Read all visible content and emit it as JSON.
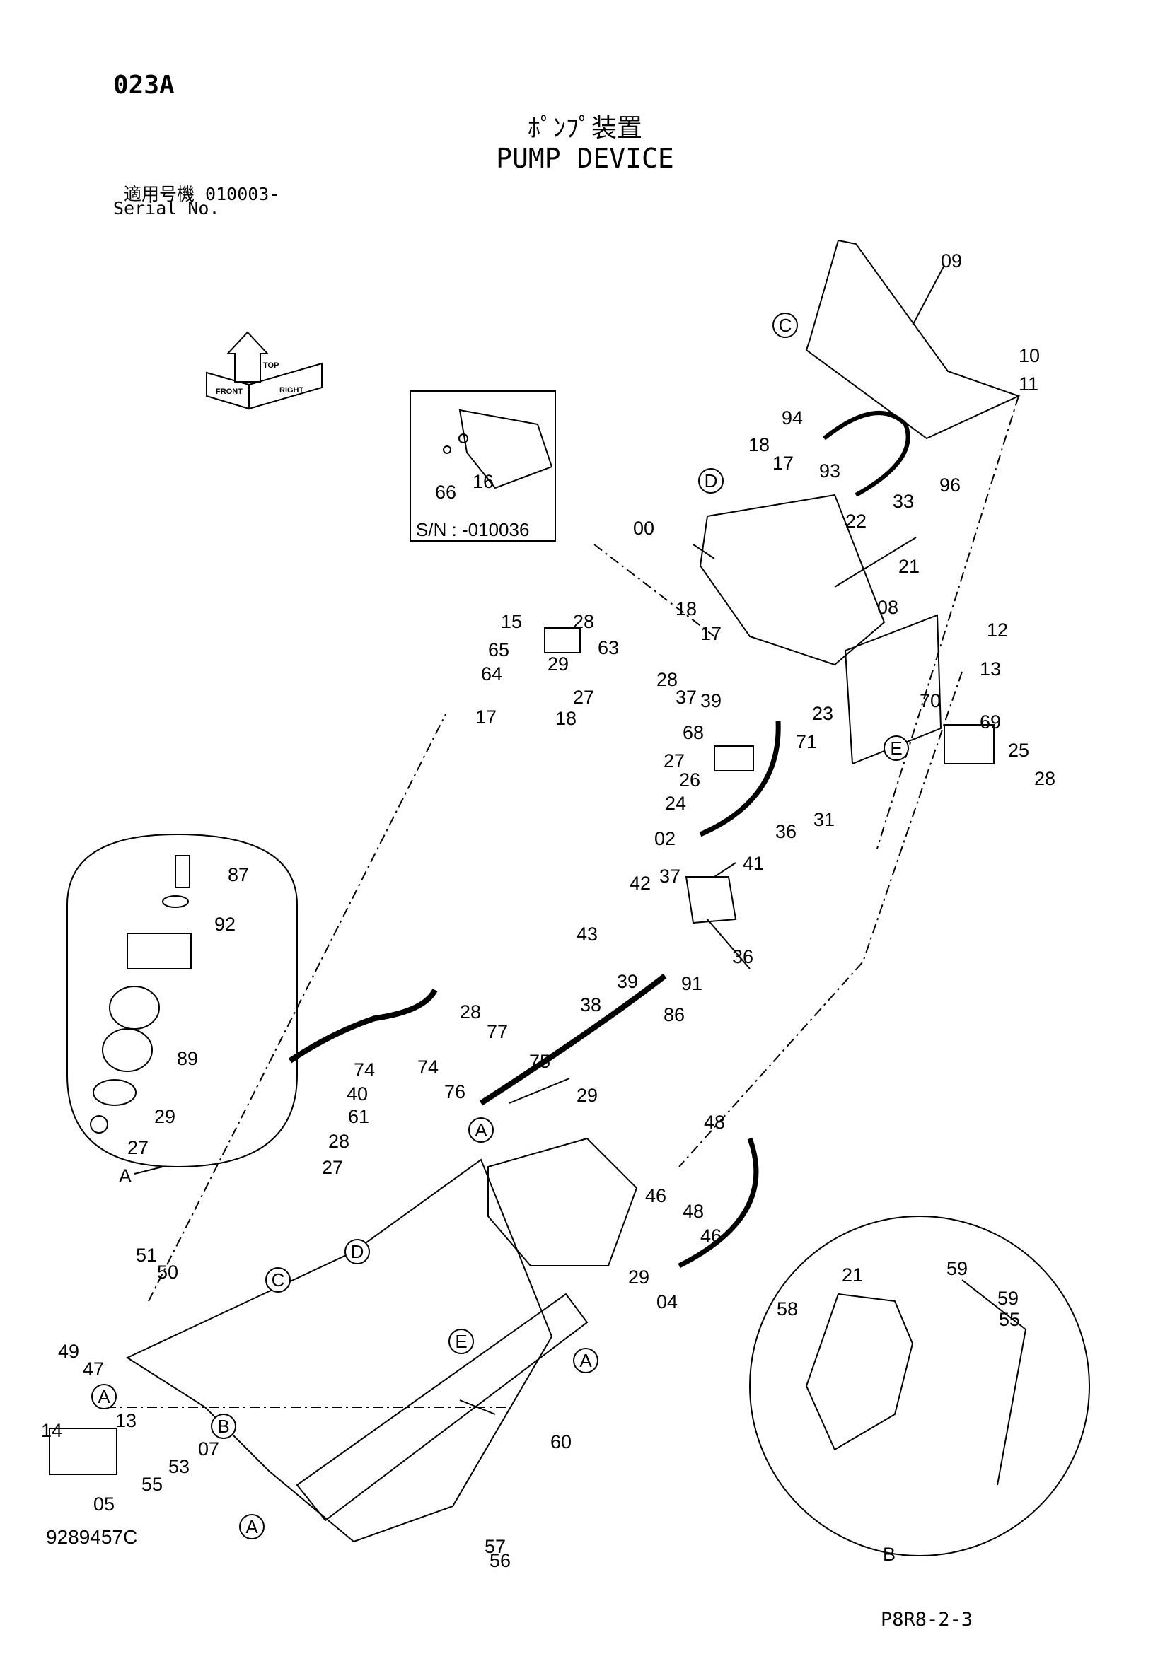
{
  "header": {
    "page_code": "023A",
    "title_jp": "ﾎﾟﾝﾌﾟ装置",
    "title_en": "PUMP DEVICE",
    "serial_jp": "適用号機  010003-",
    "serial_en": "Serial No."
  },
  "orientation": {
    "top": "TOP",
    "front": "FRONT",
    "right": "RIGHT"
  },
  "inset": {
    "serial_range": "S/N : -010036",
    "labels": [
      "66",
      "16"
    ]
  },
  "callouts": [
    "09",
    "10",
    "11",
    "94",
    "18",
    "17",
    "93",
    "96",
    "33",
    "22",
    "21",
    "00",
    "18",
    "17",
    "08",
    "12",
    "13",
    "15",
    "28",
    "63",
    "65",
    "64",
    "29",
    "27",
    "17",
    "18",
    "28",
    "37",
    "39",
    "23",
    "71",
    "68",
    "70",
    "69",
    "25",
    "28",
    "27",
    "26",
    "24",
    "31",
    "02",
    "36",
    "41",
    "42",
    "37",
    "43",
    "36",
    "38",
    "39",
    "91",
    "86",
    "87",
    "92",
    "89",
    "29",
    "27",
    "28",
    "77",
    "75",
    "74",
    "76",
    "74",
    "40",
    "61",
    "28",
    "27",
    "29",
    "48",
    "46",
    "48",
    "46",
    "29",
    "04",
    "51",
    "50",
    "49",
    "47",
    "13",
    "14",
    "07",
    "53",
    "55",
    "05",
    "57",
    "56",
    "60",
    "59",
    "21",
    "58",
    "59",
    "55"
  ],
  "circle_refs": [
    "A",
    "B",
    "C",
    "D",
    "E"
  ],
  "view_labels": {
    "detail_a": "A",
    "detail_b": "B"
  },
  "footer": {
    "doc_number": "9289457C",
    "page_number": "P8R8-2-3"
  }
}
